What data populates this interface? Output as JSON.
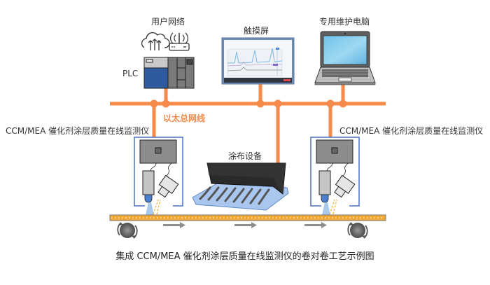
{
  "labels": {
    "user_network": "用户网络",
    "plc": "PLC",
    "touchscreen": "触摸屏",
    "maintenance_pc": "专用维护电脑",
    "ethernet_bus": "以太总网线",
    "monitor_left": "CCM/MEA 催化剂涂层质量在线监测仪",
    "monitor_right": "CCM/MEA 催化剂涂层质量在线监测仪",
    "coater": "涂布设备"
  },
  "caption": "集成 CCM/MEA 催化剂涂层质量在线监测仪的卷对卷工艺示例图",
  "colors": {
    "bus": "#F58A4B",
    "frame": "#4A72C4",
    "web": "#F0A830",
    "plc_blue": "#2E5A9E",
    "device_gray": "#7A7A7A"
  }
}
